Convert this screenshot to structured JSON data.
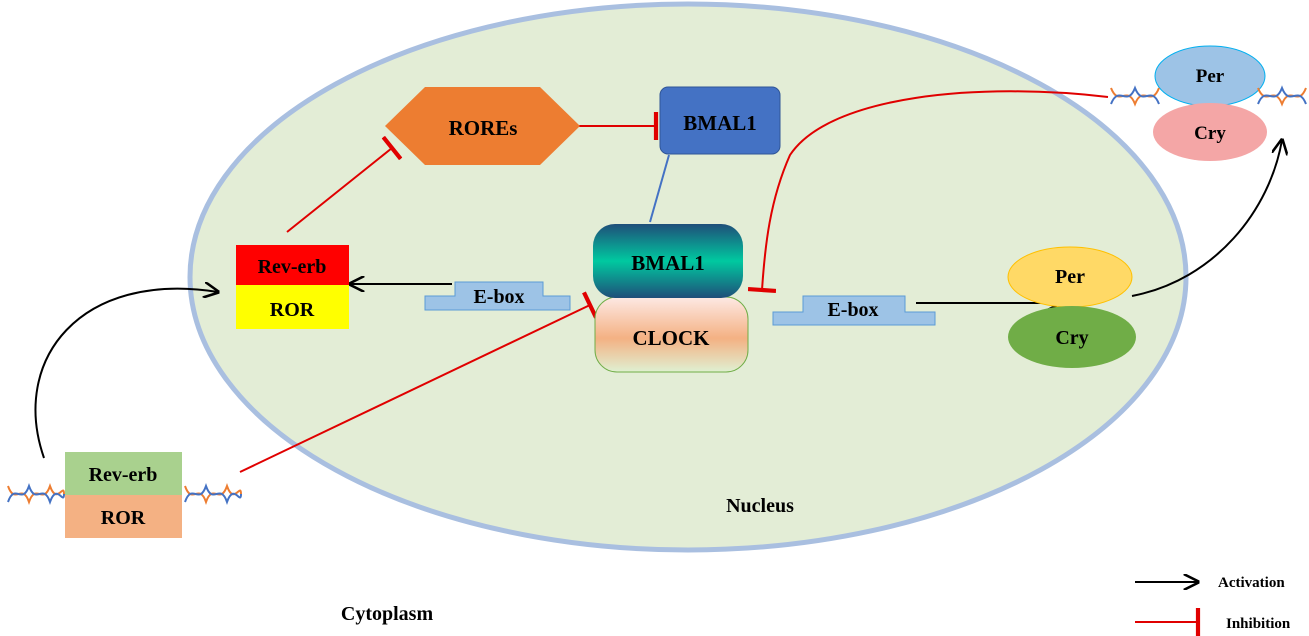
{
  "labels": {
    "nucleus": "Nucleus",
    "cytoplasm": "Cytoplasm",
    "rores": "ROREs",
    "bmal1_top": "BMAL1",
    "bmal1_complex": "BMAL1",
    "clock": "CLOCK",
    "rev_erb_nucleus": "Rev-erb",
    "ror_nucleus": "ROR",
    "ebox_left": "E-box",
    "ebox_right": "E-box",
    "per_nucleus": "Per",
    "cry_nucleus": "Cry",
    "per_cytoplasm": "Per",
    "cry_cytoplasm": "Cry",
    "rev_erb_cytoplasm": "Rev-erb",
    "ror_cytoplasm": "ROR"
  },
  "legend": {
    "activation": "Activation",
    "inhibition": "Inhibition"
  },
  "colors": {
    "nucleus_fill": "#e3edd6",
    "nucleus_stroke": "#a9bfe0",
    "rores_fill": "#ed7d31",
    "bmal1_top_fill": "#4472c4",
    "rev_erb_fill": "#ff0000",
    "ror_fill": "#ffff00",
    "ebox_fill": "#9dc3e6",
    "per_fill": "#ffd966",
    "cry_fill": "#70ad47",
    "per_cyto_fill": "#9dc3e6",
    "cry_cyto_fill": "#f4a6a6",
    "rev_erb_cyto_fill": "#a9d18e",
    "ror_cyto_fill": "#f4b183",
    "activation": "#000000",
    "inhibition": "#e00000"
  }
}
